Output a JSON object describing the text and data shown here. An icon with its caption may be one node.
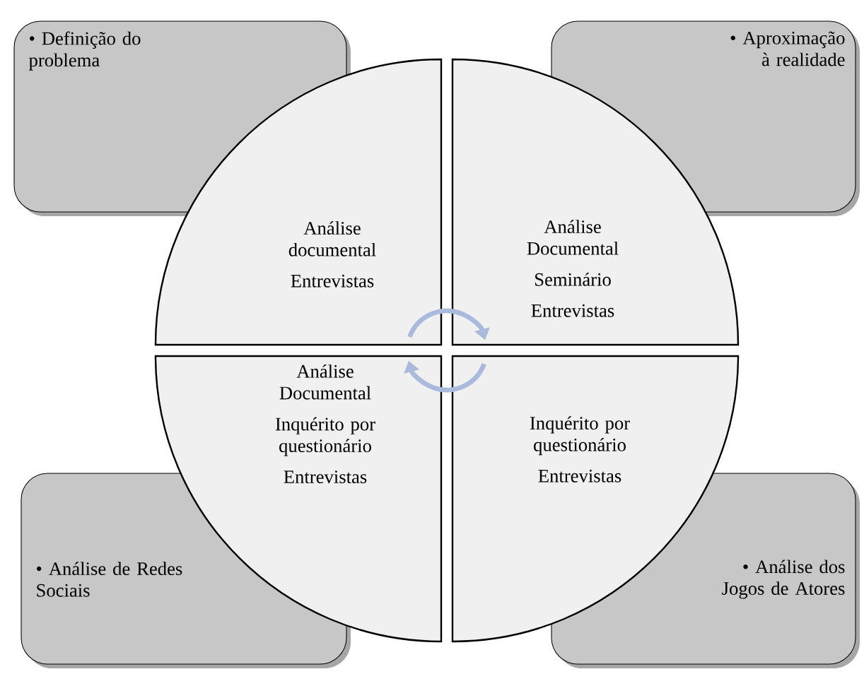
{
  "diagram": {
    "nodes": [
      {
        "text": [
          "• Definição do problema"
        ]
      },
      {
        "text": [
          "• Aproximação à realidade"
        ]
      },
      {
        "text": [
          "Análise documental",
          "Entrevistas"
        ]
      },
      {
        "text": [
          "Análise Documental",
          "Seminário",
          "Entrevistas"
        ]
      },
      {
        "text": [
          "Análise Documental",
          "Inquérito por questionário",
          "Entrevistas"
        ]
      },
      {
        "text": [
          "Inquérito por questionário",
          "Entrevistas"
        ]
      },
      {
        "text": [
          "• Análise de Redes Sociais"
        ]
      },
      {
        "text": [
          "• Análise dos Jogos de Atores"
        ]
      }
    ],
    "edges": [
      {
        "from": 2,
        "to": 3,
        "arrow": "to"
      },
      {
        "from": 5,
        "to": 4,
        "arrow": "to"
      }
    ]
  }
}
